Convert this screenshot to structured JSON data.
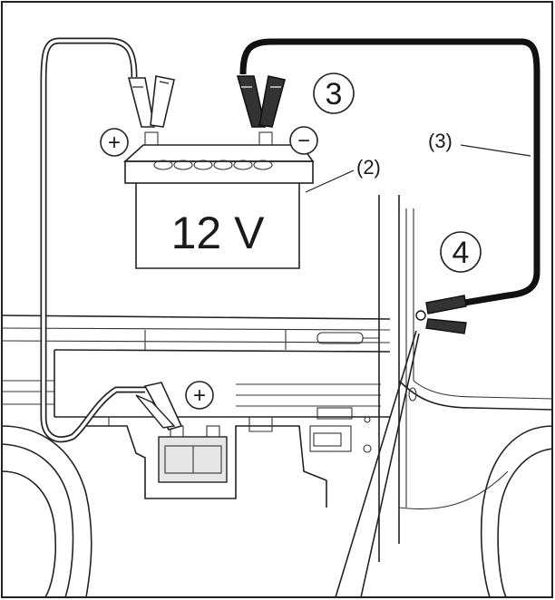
{
  "diagram": {
    "battery_voltage": "12 V",
    "plus_sign": "+",
    "minus_sign": "−",
    "step_3": "3",
    "step_4": "4",
    "label_2": "(2)",
    "label_3": "(3)",
    "colors": {
      "line": "#222222",
      "cable_black": "#111111",
      "panel_fill": "#e6e6e6",
      "background": "#ffffff"
    }
  }
}
